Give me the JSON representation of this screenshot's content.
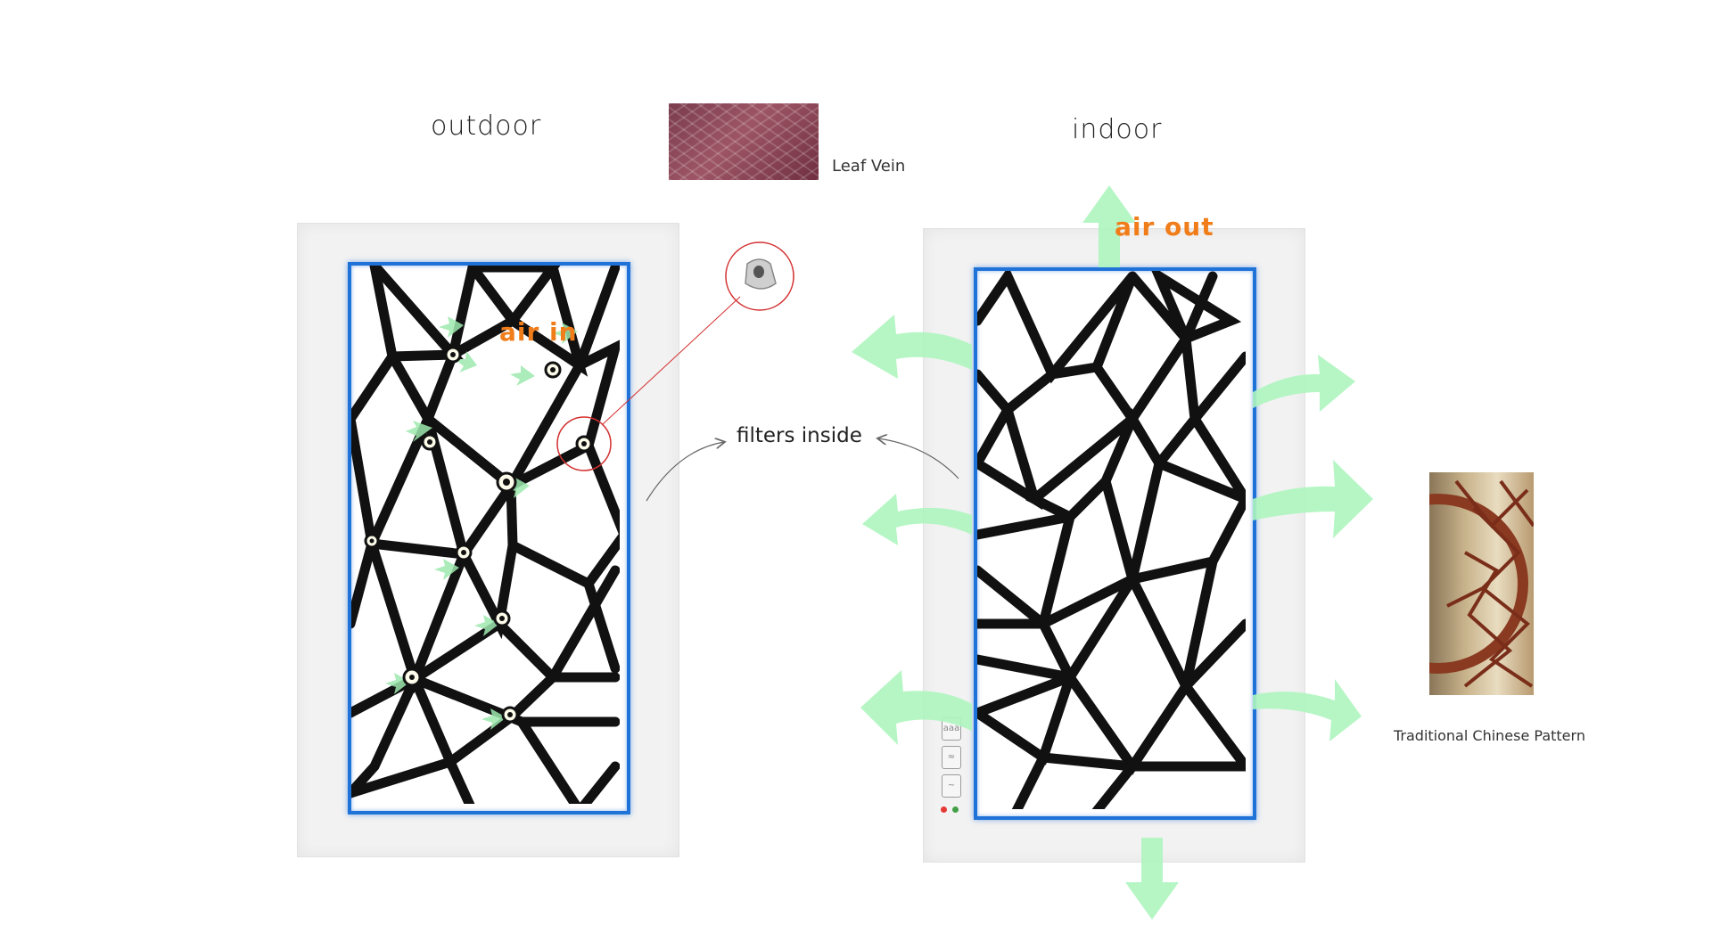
{
  "labels": {
    "outdoor": "outdoor",
    "indoor": "indoor",
    "leaf_vein": "Leaf Vein",
    "filters_inside": "filters inside",
    "air_in": "air in",
    "air_out": "air out",
    "traditional_pattern": "Traditional Chinese Pattern"
  },
  "controls": [
    "aaa",
    "≈",
    "~"
  ],
  "colors": {
    "air_label": "#f07d1a",
    "screen_border": "#1f73d8",
    "airflow_arrow": "#aef5bf",
    "highlight_circle": "#d32f2f",
    "led_red": "#e53935",
    "led_green": "#43a047"
  }
}
